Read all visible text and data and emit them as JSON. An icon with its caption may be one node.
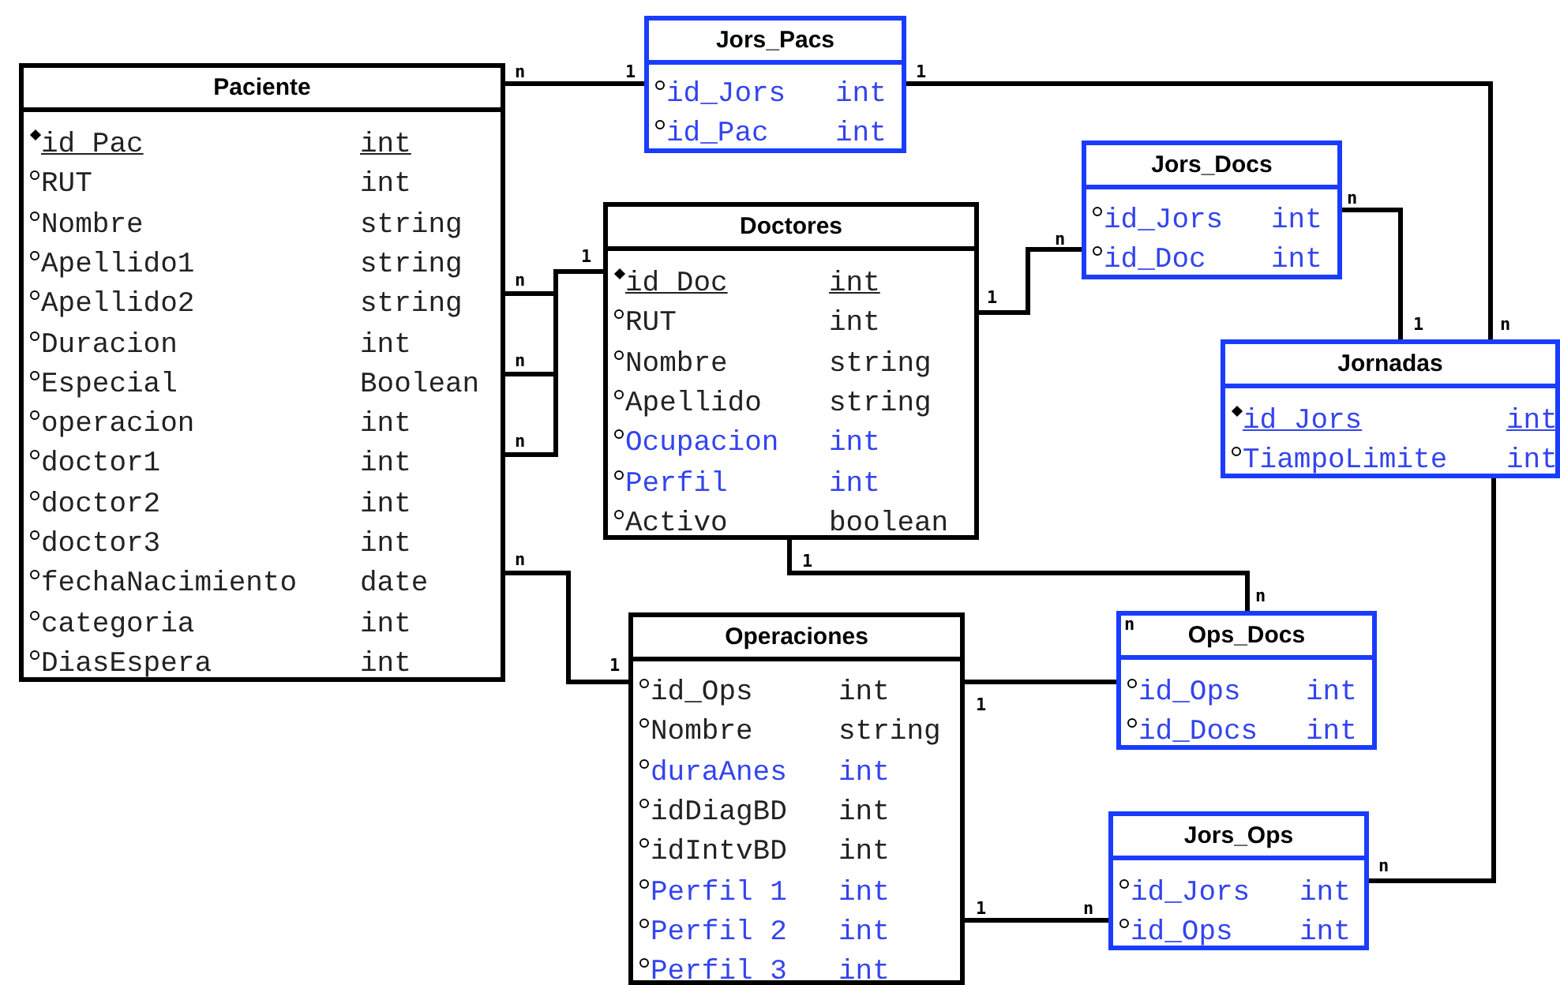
{
  "diagram": {
    "nodes": [
      {
        "text": [
          "Paciente",
          "id_Pac",
          "int",
          "RUT",
          "int",
          "Nombre",
          "string",
          "Apellido1",
          "string",
          "Apellido2",
          "string",
          "Duracion",
          "int",
          "Especial",
          "Boolean",
          "operacion",
          "int",
          "doctor1",
          "int",
          "doctor2",
          "int",
          "doctor3",
          "int",
          "fechaNacimiento",
          "date",
          "categoria",
          "int",
          "DiasEspera",
          "int"
        ]
      },
      {
        "text": [
          "Jors_Pacs",
          "id_Jors",
          "int",
          "id_Pac",
          "int"
        ]
      },
      {
        "text": [
          "Doctores",
          "id_Doc",
          "int",
          "RUT",
          "int",
          "Nombre",
          "string",
          "Apellido",
          "string",
          "Ocupacion",
          "int",
          "Perfil",
          "int",
          "Activo",
          "boolean"
        ]
      },
      {
        "text": [
          "Jors_Docs",
          "id_Jors",
          "int",
          "id_Doc",
          "int"
        ]
      },
      {
        "text": [
          "Jornadas",
          "id_Jors",
          "int",
          "TiampoLimite",
          "int"
        ]
      },
      {
        "text": [
          "Operaciones",
          "id_Ops",
          "int",
          "Nombre",
          "string",
          "duraAnes",
          "int",
          "idDiagBD",
          "int",
          "idIntvBD",
          "int",
          "Perfil 1",
          "int",
          "Perfil 2",
          "int",
          "Perfil 3",
          "int"
        ]
      },
      {
        "text": [
          "Ops_Docs",
          "id_Ops",
          "int",
          "id_Docs",
          "int"
        ]
      },
      {
        "text": [
          "Jors_Ops",
          "id_Jors",
          "int",
          "id_Ops",
          "int"
        ]
      }
    ],
    "edges": [
      {
        "from": 0,
        "to": 1,
        "arrow": "none"
      },
      {
        "from": 1,
        "to": 4,
        "arrow": "none"
      },
      {
        "from": 0,
        "to": 2,
        "arrow": "none"
      },
      {
        "from": 0,
        "to": 2,
        "arrow": "none"
      },
      {
        "from": 0,
        "to": 2,
        "arrow": "none"
      },
      {
        "from": 2,
        "to": 3,
        "arrow": "none"
      },
      {
        "from": 3,
        "to": 4,
        "arrow": "none"
      },
      {
        "from": 0,
        "to": 5,
        "arrow": "none"
      },
      {
        "from": 2,
        "to": 6,
        "arrow": "none"
      },
      {
        "from": 5,
        "to": 6,
        "arrow": "none"
      },
      {
        "from": 5,
        "to": 7,
        "arrow": "none"
      },
      {
        "from": 4,
        "to": 7,
        "arrow": "none"
      }
    ],
    "labels": [
      "n",
      "1",
      "1",
      "n",
      "n",
      "1",
      "n",
      "1",
      "1",
      "n",
      "n",
      "n",
      "n",
      "1",
      "n",
      "1",
      "n",
      "1",
      "n",
      "1",
      "n"
    ]
  }
}
